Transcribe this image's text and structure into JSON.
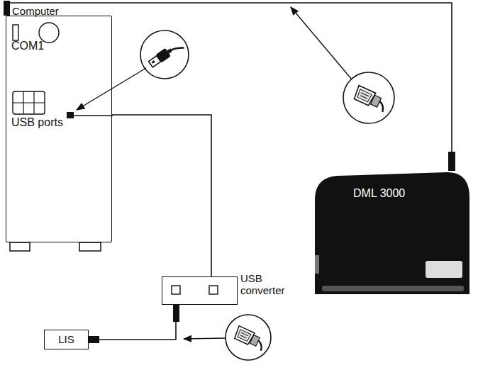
{
  "diagram": {
    "nodes": [
      {
        "text": [
          "Computer",
          "COM1",
          "USB ports"
        ]
      },
      {
        "text": [
          "DML 3000"
        ]
      },
      {
        "text": [
          "USB converter"
        ]
      },
      {
        "text": [
          "LIS"
        ]
      }
    ],
    "edges": [
      {
        "from": 0,
        "to": 2,
        "arrow": "none"
      },
      {
        "from": 1,
        "to": 0,
        "arrow": "none"
      },
      {
        "from": 2,
        "to": 3,
        "arrow": "none"
      }
    ]
  }
}
